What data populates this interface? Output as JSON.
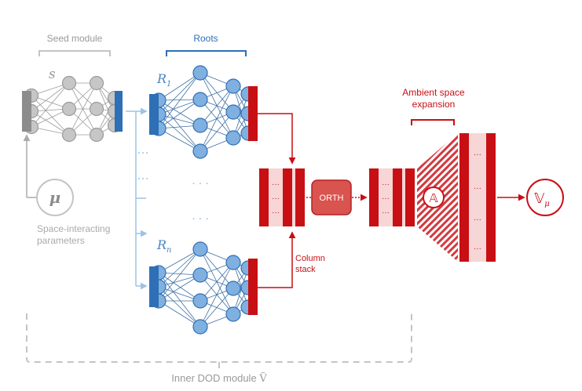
{
  "labels": {
    "seed_module": "Seed module",
    "seed_symbol": "s",
    "roots": "Roots",
    "root_1_letter": "R",
    "root_1_sub": "1",
    "root_n_letter": "R",
    "root_n_sub": "n",
    "mu_symbol": "μ",
    "params_line1": "Space-interacting",
    "params_line2": "parameters",
    "ellipsis_v": "⋮",
    "ellipsis_h": "· · ·",
    "orth": "ORTH",
    "column_stack_line1": "Column",
    "column_stack_line2": "stack",
    "ambient_line1": "Ambient space",
    "ambient_line2": "expansion",
    "a_symbol": "𝔸",
    "v_symbol": "𝕍",
    "v_sub": "μ",
    "inner_module": "Inner DOD module",
    "inner_symbol": "Ṽ"
  },
  "colors": {
    "gray_dark": "#8c8c8c",
    "gray_node": "#c6c6c6",
    "gray_line": "#aaaaaa",
    "blue_dark": "#2e6fb5",
    "blue_node": "#7fb0e0",
    "blue_light": "#9cc3e8",
    "red_dark": "#c80f14",
    "red_light": "#f6d6d6",
    "red_orth": "#d9534f"
  }
}
